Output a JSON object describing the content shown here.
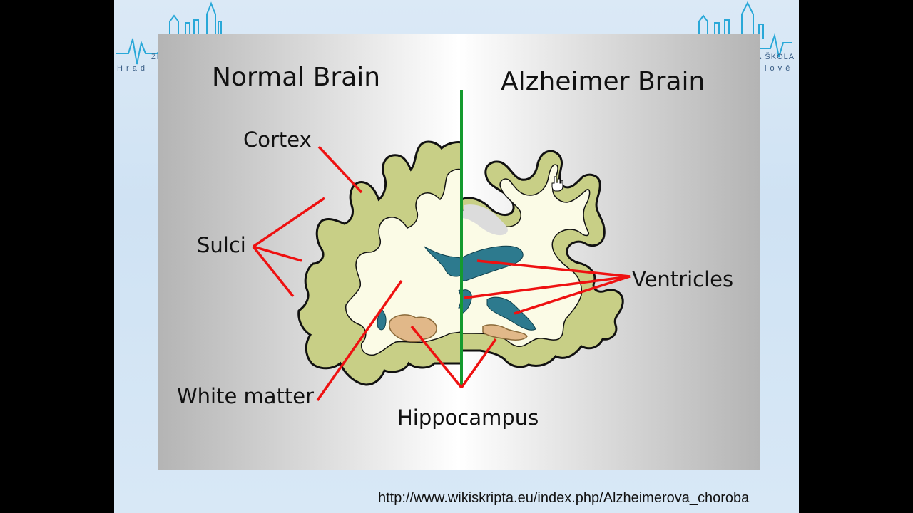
{
  "slide": {
    "logo_left_text": "ZD",
    "logo_left_sub": "H r a d",
    "logo_right_text": "Á ŠKOLA",
    "logo_right_sub": "l o v é",
    "source_url": "http://www.wikiskripta.eu/index.php/Alzheimerova_choroba"
  },
  "diagram": {
    "title_left": "Normal Brain",
    "title_right": "Alzheimer Brain",
    "labels": {
      "cortex": "Cortex",
      "sulci": "Sulci",
      "white_matter": "White matter",
      "hippocampus": "Hippocampus",
      "ventricles": "Ventricles"
    },
    "colors": {
      "cortex": "#c8cf86",
      "white_matter": "#fbfbe6",
      "ventricle": "#2d7a8e",
      "hippocampus": "#e1b889",
      "divider": "#149a2e",
      "pointer": "#ee1111"
    }
  }
}
